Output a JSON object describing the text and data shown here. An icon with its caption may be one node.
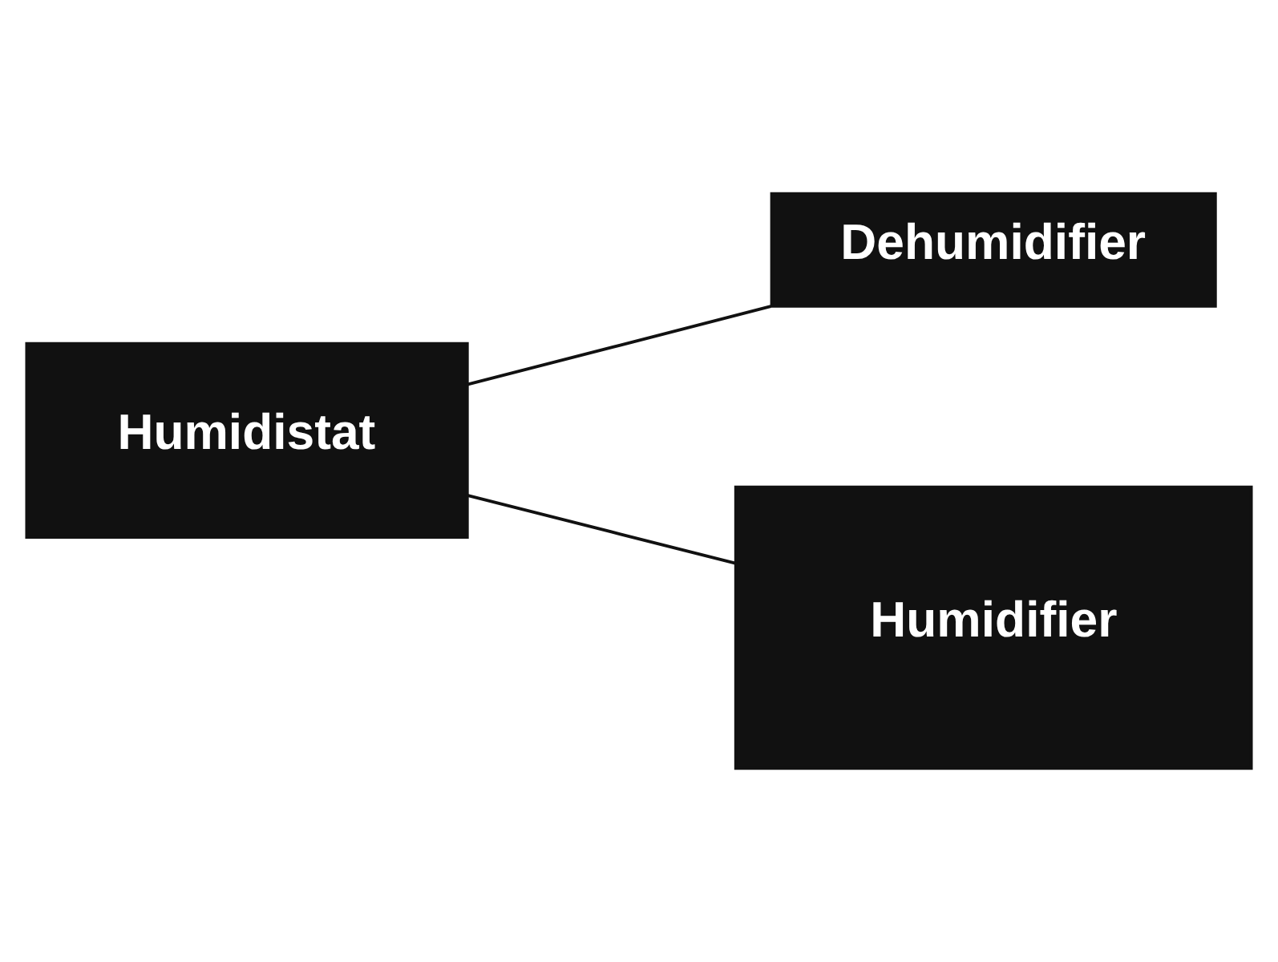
{
  "diagram": {
    "nodes": [
      {
        "text": [
          "Dehumidifier"
        ]
      },
      {
        "text": [
          "Humidistat"
        ]
      },
      {
        "text": [
          "Humidifier"
        ]
      }
    ],
    "edges": [
      {
        "from": 1,
        "to": 0,
        "arrow": "none"
      },
      {
        "from": 1,
        "to": 2,
        "arrow": "none"
      }
    ]
  }
}
